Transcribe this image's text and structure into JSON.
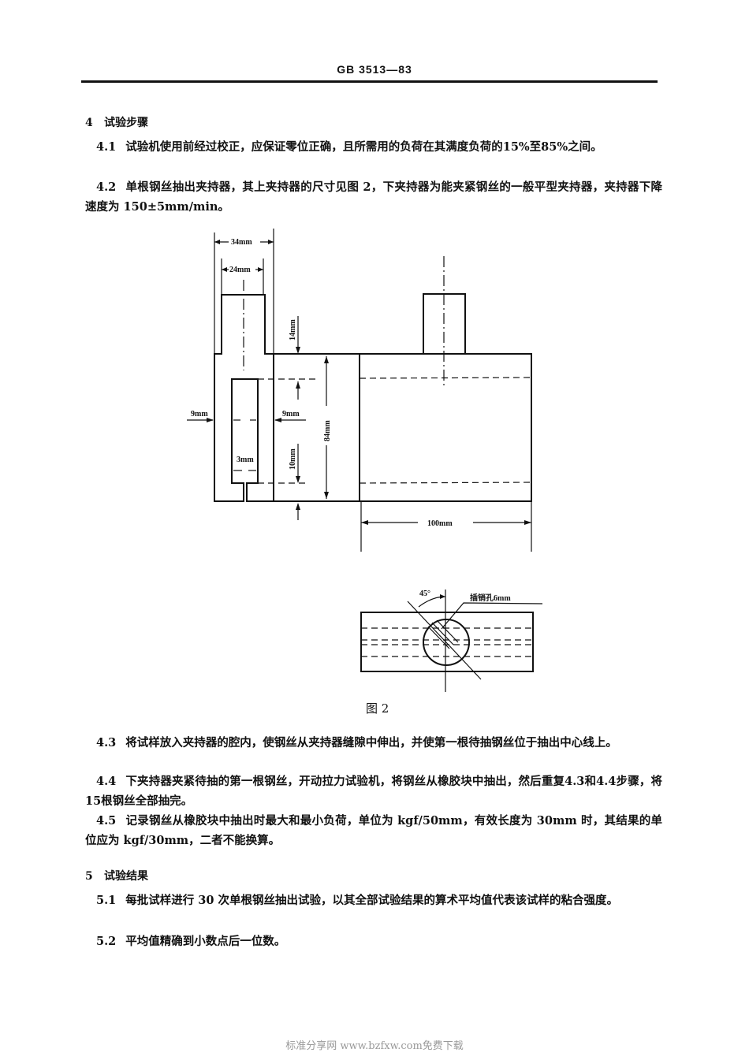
{
  "header": {
    "code": "GB 3513—83"
  },
  "section4": {
    "number": "4",
    "title": "试验步骤",
    "items": [
      {
        "num": "4.1",
        "text": "试验机使用前经过校正，应保证零位正确，且所需用的负荷在其满度负荷的15%至85%之间。"
      },
      {
        "num": "4.2",
        "text": "单根钢丝抽出夹持器，其上夹持器的尺寸见图 2，下夹持器为能夹紧钢丝的一般平型夹持器，夹持器下降速度为 150±5mm/min。"
      },
      {
        "num": "4.3",
        "text": "将试样放入夹持器的腔内，使钢丝从夹持器缝隙中伸出，并使第一根待抽钢丝位于抽出中心线上。"
      },
      {
        "num": "4.4",
        "text": "下夹持器夹紧待抽的第一根钢丝，开动拉力试验机，将钢丝从橡胶块中抽出，然后重复4.3和4.4步骤，将15根钢丝全部抽完。"
      },
      {
        "num": "4.5",
        "text": "记录钢丝从橡胶块中抽出时最大和最小负荷，单位为 kgf/50mm，有效长度为 30mm 时，其结果的单位应为 kgf/30mm，二者不能换算。"
      }
    ]
  },
  "section5": {
    "number": "5",
    "title": "试验结果",
    "items": [
      {
        "num": "5.1",
        "text": "每批试样进行 30 次单根钢丝抽出试验，以其全部试验结果的算术平均值代表该试样的粘合强度。"
      },
      {
        "num": "5.2",
        "text": "平均值精确到小数点后一位数。"
      }
    ]
  },
  "figure": {
    "caption": "图 2",
    "dims": {
      "d34": "34mm",
      "d24": "24mm",
      "d14": "14mm",
      "d84": "84mm",
      "d9_left": "9mm",
      "d9_right": "9mm",
      "d10": "10mm",
      "d3": "3mm",
      "d100": "100mm",
      "angle": "45°",
      "pin_hole": "插销孔6mm"
    }
  },
  "watermark": "标准分享网 www.bzfxw.com免费下载"
}
